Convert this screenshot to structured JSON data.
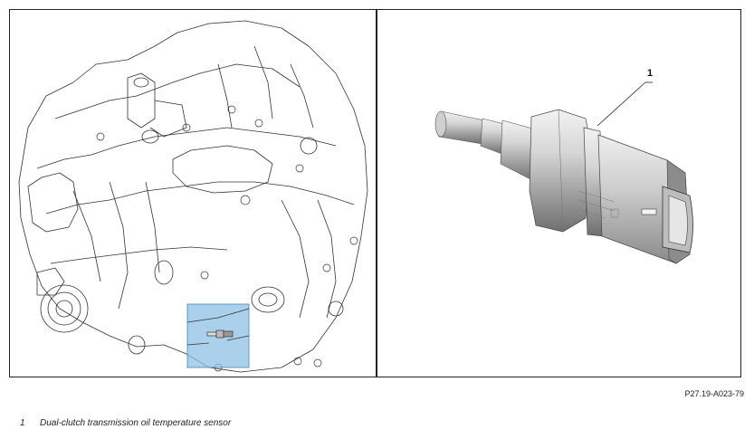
{
  "figure": {
    "callout": "1",
    "reference_code": "P27.19-A023-79",
    "colors": {
      "highlight": "#7fb6e0",
      "line": "#222222"
    }
  },
  "legend": {
    "items": [
      {
        "number": "1",
        "text": "Dual-clutch transmission oil temperature sensor"
      }
    ]
  }
}
